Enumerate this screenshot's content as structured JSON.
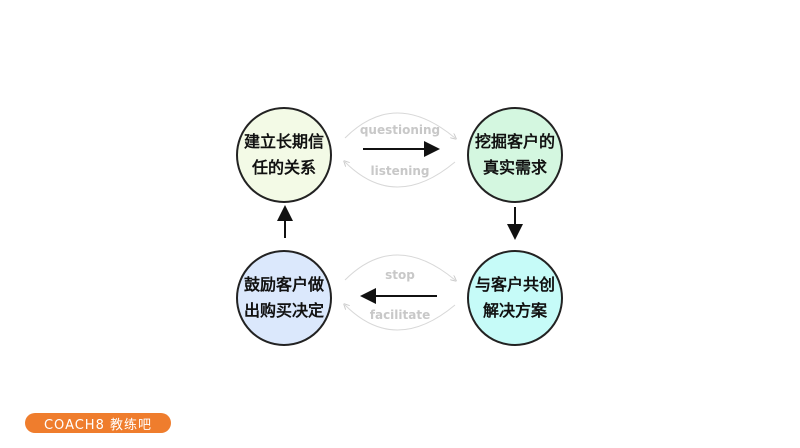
{
  "nodes": [
    {
      "line1": "建立长期信",
      "line2": "任的关系",
      "color": "#f3fae6"
    },
    {
      "line1": "挖掘客户的",
      "line2": "真实需求",
      "color": "#d4f7e0"
    },
    {
      "line1": "与客户共创",
      "line2": "解决方案",
      "color": "#c6fbf8"
    },
    {
      "line1": "鼓励客户做",
      "line2": "出购买决定",
      "color": "#dbe8fc"
    }
  ],
  "labels": {
    "top_upper": "questioning",
    "top_lower": "listening",
    "bottom_upper": "stop",
    "bottom_lower": "facilitate"
  },
  "logo": {
    "text": "COACH8 教练吧",
    "color": "#ef7d2d"
  }
}
